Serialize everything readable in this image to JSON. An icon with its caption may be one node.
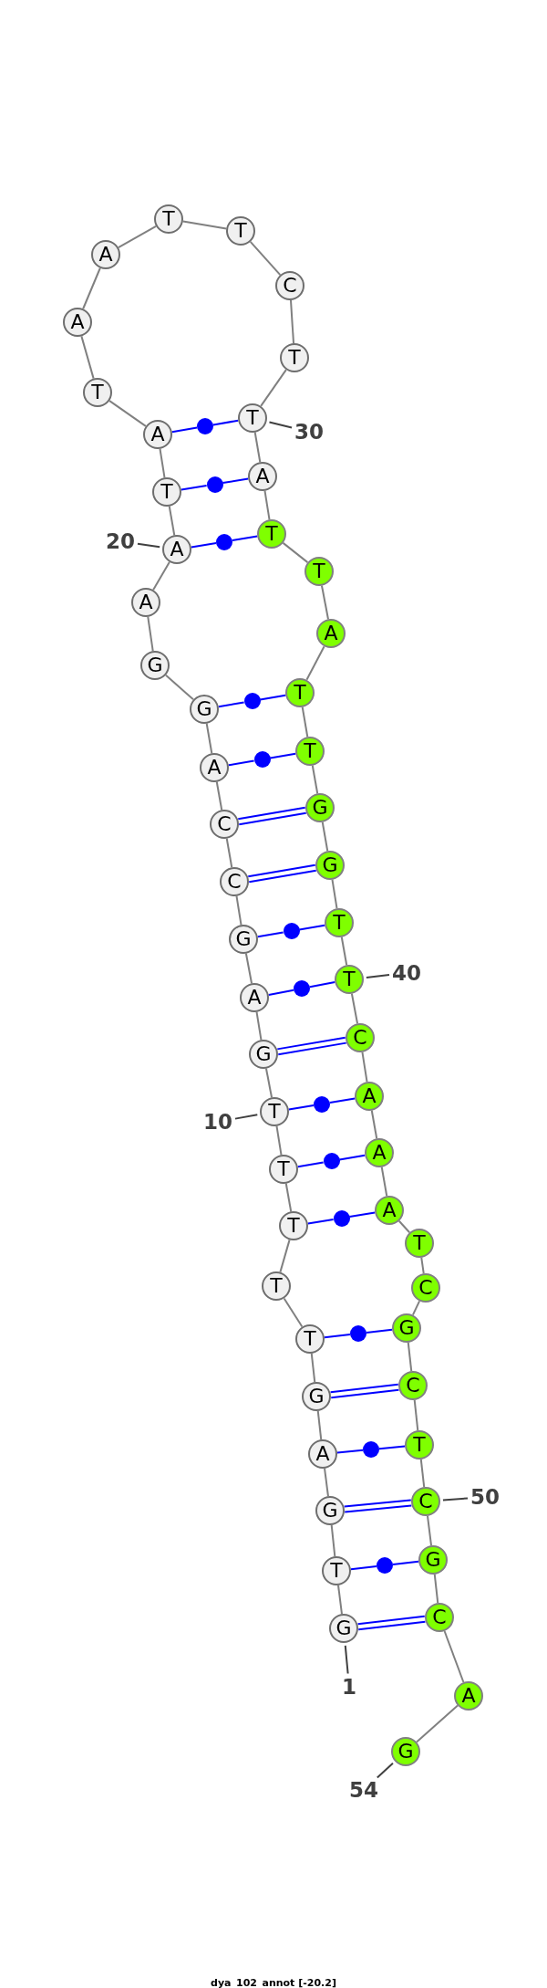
{
  "diagram": {
    "caption": "dya_102_annot [-20.2]",
    "nodes": [
      {
        "text": [
          "G"
        ]
      },
      {
        "text": [
          "T"
        ]
      },
      {
        "text": [
          "G"
        ]
      },
      {
        "text": [
          "A"
        ]
      },
      {
        "text": [
          "G"
        ]
      },
      {
        "text": [
          "T"
        ]
      },
      {
        "text": [
          "T"
        ]
      },
      {
        "text": [
          "T"
        ]
      },
      {
        "text": [
          "T"
        ]
      },
      {
        "text": [
          "T"
        ]
      },
      {
        "text": [
          "G"
        ]
      },
      {
        "text": [
          "A"
        ]
      },
      {
        "text": [
          "G"
        ]
      },
      {
        "text": [
          "C"
        ]
      },
      {
        "text": [
          "C"
        ]
      },
      {
        "text": [
          "A"
        ]
      },
      {
        "text": [
          "G"
        ]
      },
      {
        "text": [
          "G"
        ]
      },
      {
        "text": [
          "A"
        ]
      },
      {
        "text": [
          "A"
        ]
      },
      {
        "text": [
          "T"
        ]
      },
      {
        "text": [
          "A"
        ]
      },
      {
        "text": [
          "T"
        ]
      },
      {
        "text": [
          "A"
        ]
      },
      {
        "text": [
          "A"
        ]
      },
      {
        "text": [
          "T"
        ]
      },
      {
        "text": [
          "T"
        ]
      },
      {
        "text": [
          "C"
        ]
      },
      {
        "text": [
          "T"
        ]
      },
      {
        "text": [
          "T"
        ]
      },
      {
        "text": [
          "A"
        ]
      },
      {
        "text": [
          "T"
        ]
      },
      {
        "text": [
          "T"
        ]
      },
      {
        "text": [
          "A"
        ]
      },
      {
        "text": [
          "T"
        ]
      },
      {
        "text": [
          "T"
        ]
      },
      {
        "text": [
          "G"
        ]
      },
      {
        "text": [
          "G"
        ]
      },
      {
        "text": [
          "T"
        ]
      },
      {
        "text": [
          "T"
        ]
      },
      {
        "text": [
          "C"
        ]
      },
      {
        "text": [
          "A"
        ]
      },
      {
        "text": [
          "A"
        ]
      },
      {
        "text": [
          "A"
        ]
      },
      {
        "text": [
          "T"
        ]
      },
      {
        "text": [
          "C"
        ]
      },
      {
        "text": [
          "G"
        ]
      },
      {
        "text": [
          "C"
        ]
      },
      {
        "text": [
          "T"
        ]
      },
      {
        "text": [
          "C"
        ]
      },
      {
        "text": [
          "G"
        ]
      },
      {
        "text": [
          "C"
        ]
      },
      {
        "text": [
          "A"
        ]
      },
      {
        "text": [
          "G"
        ]
      },
      {
        "text": [
          "1"
        ]
      },
      {
        "text": [
          "10"
        ]
      },
      {
        "text": [
          "20"
        ]
      },
      {
        "text": [
          "30"
        ]
      },
      {
        "text": [
          "40"
        ]
      },
      {
        "text": [
          "50"
        ]
      },
      {
        "text": [
          "54"
        ]
      },
      {
        "text": [],
        "shape": "circle"
      },
      {
        "text": [],
        "shape": "circle"
      },
      {
        "text": [],
        "shape": "circle"
      },
      {
        "text": [],
        "shape": "circle"
      },
      {
        "text": [],
        "shape": "circle"
      },
      {
        "text": [],
        "shape": "circle"
      },
      {
        "text": [],
        "shape": "circle"
      },
      {
        "text": [],
        "shape": "circle"
      },
      {
        "text": [],
        "shape": "circle"
      },
      {
        "text": [],
        "shape": "circle"
      },
      {
        "text": [],
        "shape": "circle"
      },
      {
        "text": [],
        "shape": "circle"
      },
      {
        "text": [],
        "shape": "circle"
      }
    ],
    "edges": [
      {
        "from": 0,
        "to": 1,
        "arrow": "none"
      },
      {
        "from": 1,
        "to": 2,
        "arrow": "none"
      },
      {
        "from": 2,
        "to": 3,
        "arrow": "none"
      },
      {
        "from": 3,
        "to": 4,
        "arrow": "none"
      },
      {
        "from": 4,
        "to": 5,
        "arrow": "none"
      },
      {
        "from": 5,
        "to": 6,
        "arrow": "none"
      },
      {
        "from": 6,
        "to": 7,
        "arrow": "none"
      },
      {
        "from": 7,
        "to": 8,
        "arrow": "none"
      },
      {
        "from": 8,
        "to": 9,
        "arrow": "none"
      },
      {
        "from": 9,
        "to": 10,
        "arrow": "none"
      },
      {
        "from": 10,
        "to": 11,
        "arrow": "none"
      },
      {
        "from": 11,
        "to": 12,
        "arrow": "none"
      },
      {
        "from": 12,
        "to": 13,
        "arrow": "none"
      },
      {
        "from": 13,
        "to": 14,
        "arrow": "none"
      },
      {
        "from": 14,
        "to": 15,
        "arrow": "none"
      },
      {
        "from": 15,
        "to": 16,
        "arrow": "none"
      },
      {
        "from": 16,
        "to": 17,
        "arrow": "none"
      },
      {
        "from": 17,
        "to": 18,
        "arrow": "none"
      },
      {
        "from": 18,
        "to": 19,
        "arrow": "none"
      },
      {
        "from": 19,
        "to": 20,
        "arrow": "none"
      },
      {
        "from": 20,
        "to": 21,
        "arrow": "none"
      },
      {
        "from": 21,
        "to": 22,
        "arrow": "none"
      },
      {
        "from": 22,
        "to": 23,
        "arrow": "none"
      },
      {
        "from": 23,
        "to": 24,
        "arrow": "none"
      },
      {
        "from": 24,
        "to": 25,
        "arrow": "none"
      },
      {
        "from": 25,
        "to": 26,
        "arrow": "none"
      },
      {
        "from": 26,
        "to": 27,
        "arrow": "none"
      },
      {
        "from": 27,
        "to": 28,
        "arrow": "none"
      },
      {
        "from": 28,
        "to": 29,
        "arrow": "none"
      },
      {
        "from": 29,
        "to": 30,
        "arrow": "none"
      },
      {
        "from": 30,
        "to": 31,
        "arrow": "none"
      },
      {
        "from": 31,
        "to": 32,
        "arrow": "none"
      },
      {
        "from": 32,
        "to": 33,
        "arrow": "none"
      },
      {
        "from": 33,
        "to": 34,
        "arrow": "none"
      },
      {
        "from": 34,
        "to": 35,
        "arrow": "none"
      },
      {
        "from": 35,
        "to": 36,
        "arrow": "none"
      },
      {
        "from": 36,
        "to": 37,
        "arrow": "none"
      },
      {
        "from": 37,
        "to": 38,
        "arrow": "none"
      },
      {
        "from": 38,
        "to": 39,
        "arrow": "none"
      },
      {
        "from": 39,
        "to": 40,
        "arrow": "none"
      },
      {
        "from": 40,
        "to": 41,
        "arrow": "none"
      },
      {
        "from": 41,
        "to": 42,
        "arrow": "none"
      },
      {
        "from": 42,
        "to": 43,
        "arrow": "none"
      },
      {
        "from": 43,
        "to": 44,
        "arrow": "none"
      },
      {
        "from": 44,
        "to": 45,
        "arrow": "none"
      },
      {
        "from": 45,
        "to": 46,
        "arrow": "none"
      },
      {
        "from": 46,
        "to": 47,
        "arrow": "none"
      },
      {
        "from": 47,
        "to": 48,
        "arrow": "none"
      },
      {
        "from": 48,
        "to": 49,
        "arrow": "none"
      },
      {
        "from": 49,
        "to": 50,
        "arrow": "none"
      },
      {
        "from": 50,
        "to": 51,
        "arrow": "none"
      },
      {
        "from": 51,
        "to": 52,
        "arrow": "none"
      },
      {
        "from": 52,
        "to": 53,
        "arrow": "none"
      },
      {
        "from": 0,
        "to": 51,
        "arrow": "none",
        "color": "#0000ff"
      },
      {
        "from": 1,
        "to": 73,
        "arrow": "none",
        "color": "#0000ff"
      },
      {
        "from": 73,
        "to": 50,
        "arrow": "none",
        "color": "#0000ff"
      },
      {
        "from": 2,
        "to": 49,
        "arrow": "none",
        "color": "#0000ff"
      },
      {
        "from": 3,
        "to": 72,
        "arrow": "none",
        "color": "#0000ff"
      },
      {
        "from": 72,
        "to": 48,
        "arrow": "none",
        "color": "#0000ff"
      },
      {
        "from": 4,
        "to": 47,
        "arrow": "none",
        "color": "#0000ff"
      },
      {
        "from": 5,
        "to": 71,
        "arrow": "none",
        "color": "#0000ff"
      },
      {
        "from": 71,
        "to": 46,
        "arrow": "none",
        "color": "#0000ff"
      },
      {
        "from": 7,
        "to": 70,
        "arrow": "none",
        "color": "#0000ff"
      },
      {
        "from": 70,
        "to": 43,
        "arrow": "none",
        "color": "#0000ff"
      },
      {
        "from": 8,
        "to": 69,
        "arrow": "none",
        "color": "#0000ff"
      },
      {
        "from": 69,
        "to": 42,
        "arrow": "none",
        "color": "#0000ff"
      },
      {
        "from": 9,
        "to": 68,
        "arrow": "none",
        "color": "#0000ff"
      },
      {
        "from": 68,
        "to": 41,
        "arrow": "none",
        "color": "#0000ff"
      },
      {
        "from": 10,
        "to": 40,
        "arrow": "none",
        "color": "#0000ff"
      },
      {
        "from": 11,
        "to": 67,
        "arrow": "none",
        "color": "#0000ff"
      },
      {
        "from": 67,
        "to": 39,
        "arrow": "none",
        "color": "#0000ff"
      },
      {
        "from": 12,
        "to": 66,
        "arrow": "none",
        "color": "#0000ff"
      },
      {
        "from": 66,
        "to": 38,
        "arrow": "none",
        "color": "#0000ff"
      },
      {
        "from": 13,
        "to": 37,
        "arrow": "none",
        "color": "#0000ff"
      },
      {
        "from": 14,
        "to": 36,
        "arrow": "none",
        "color": "#0000ff"
      },
      {
        "from": 15,
        "to": 65,
        "arrow": "none",
        "color": "#0000ff"
      },
      {
        "from": 65,
        "to": 35,
        "arrow": "none",
        "color": "#0000ff"
      },
      {
        "from": 16,
        "to": 64,
        "arrow": "none",
        "color": "#0000ff"
      },
      {
        "from": 64,
        "to": 34,
        "arrow": "none",
        "color": "#0000ff"
      },
      {
        "from": 19,
        "to": 63,
        "arrow": "none",
        "color": "#0000ff"
      },
      {
        "from": 63,
        "to": 31,
        "arrow": "none",
        "color": "#0000ff"
      },
      {
        "from": 20,
        "to": 62,
        "arrow": "none",
        "color": "#0000ff"
      },
      {
        "from": 62,
        "to": 30,
        "arrow": "none",
        "color": "#0000ff"
      },
      {
        "from": 21,
        "to": 61,
        "arrow": "none",
        "color": "#0000ff"
      },
      {
        "from": 61,
        "to": 29,
        "arrow": "none",
        "color": "#0000ff"
      },
      {
        "from": 54,
        "to": 0,
        "arrow": "none",
        "color": "#404040"
      },
      {
        "from": 55,
        "to": 9,
        "arrow": "none",
        "color": "#404040"
      },
      {
        "from": 56,
        "to": 19,
        "arrow": "none",
        "color": "#404040"
      },
      {
        "from": 57,
        "to": 29,
        "arrow": "none",
        "color": "#404040"
      },
      {
        "from": 58,
        "to": 39,
        "arrow": "none",
        "color": "#404040"
      },
      {
        "from": 59,
        "to": 49,
        "arrow": "none",
        "color": "#404040"
      },
      {
        "from": 60,
        "to": 53,
        "arrow": "none",
        "color": "#404040"
      }
    ]
  }
}
